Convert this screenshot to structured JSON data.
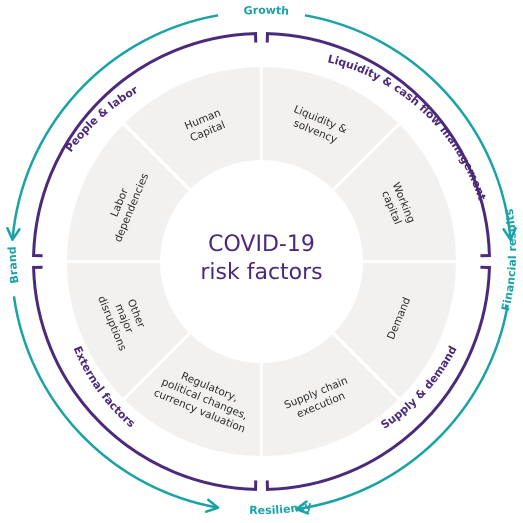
{
  "center": {
    "line1": "COVID-19",
    "line2": "risk factors"
  },
  "segments": [
    {
      "key": "human-capital",
      "lines": [
        "Human",
        "Capital"
      ]
    },
    {
      "key": "liquidity-solvency",
      "lines": [
        "Liquidity &",
        "solvency"
      ]
    },
    {
      "key": "working-capital",
      "lines": [
        "Working",
        "capital"
      ]
    },
    {
      "key": "demand",
      "lines": [
        "Demand"
      ]
    },
    {
      "key": "supply-chain",
      "lines": [
        "Supply chain",
        "execution"
      ]
    },
    {
      "key": "regulatory",
      "lines": [
        "Regulatory,",
        "political changes,",
        "currency valuation"
      ]
    },
    {
      "key": "other-disruptions",
      "lines": [
        "Other",
        "major",
        "disruptions"
      ]
    },
    {
      "key": "labor-dependencies",
      "lines": [
        "Labor",
        "dependencies"
      ]
    }
  ],
  "quadrants": [
    {
      "key": "liquidity",
      "text": "Liquidity & cash flow management"
    },
    {
      "key": "supply",
      "text": "Supply & demand"
    },
    {
      "key": "external",
      "text": "External factors"
    },
    {
      "key": "people",
      "text": "People & labor"
    }
  ],
  "outer": {
    "growth": "Growth",
    "financial": "Financial results",
    "resiliency": "Resiliency",
    "brand": "Brand"
  },
  "colors": {
    "ring": "#f2f1f0",
    "divider": "#ffffff",
    "quadrant": "#4b2a7b",
    "outer": "#1aa3a6",
    "center": "#4b2a7b",
    "segment_text": "#2b2b2b"
  }
}
